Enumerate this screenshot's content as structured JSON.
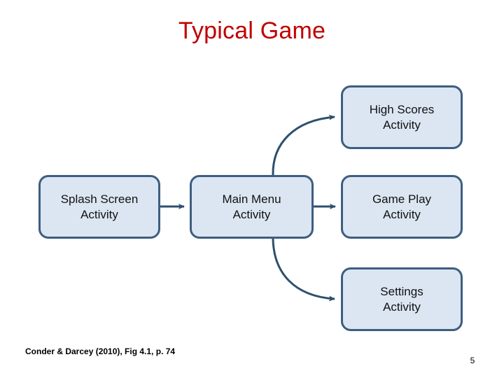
{
  "slide": {
    "title": "Typical Game",
    "title_color": "#C00000",
    "background_color": "#FFFFFF",
    "citation": "Conder & Darcey (2010), Fig 4.1, p. 74",
    "page_number": "5"
  },
  "theme": {
    "box_fill": "#DCE6F2",
    "box_border": "#3D5E80",
    "connector_color": "#2E4F6E",
    "text_color": "#111111"
  },
  "diagram": {
    "type": "flow-diagram",
    "nodes": [
      {
        "id": "splash",
        "label": "Splash Screen\nActivity",
        "line1": "Splash Screen",
        "line2": "Activity"
      },
      {
        "id": "mainmenu",
        "label": "Main Menu\nActivity",
        "line1": "Main Menu",
        "line2": "Activity"
      },
      {
        "id": "highscores",
        "label": "High Scores\nActivity",
        "line1": "High Scores",
        "line2": "Activity"
      },
      {
        "id": "gameplay",
        "label": "Game Play\nActivity",
        "line1": "Game Play",
        "line2": "Activity"
      },
      {
        "id": "settings",
        "label": "Settings\nActivity",
        "line1": "Settings",
        "line2": "Activity"
      }
    ],
    "edges": [
      {
        "from": "splash",
        "to": "mainmenu",
        "style": "straight-arrow",
        "direction": "right"
      },
      {
        "from": "mainmenu",
        "to": "gameplay",
        "style": "straight-arrow",
        "direction": "right"
      },
      {
        "from": "mainmenu",
        "to": "highscores",
        "style": "curved-arrow",
        "direction": "up-right"
      },
      {
        "from": "mainmenu",
        "to": "settings",
        "style": "curved-arrow",
        "direction": "down-right"
      }
    ]
  }
}
